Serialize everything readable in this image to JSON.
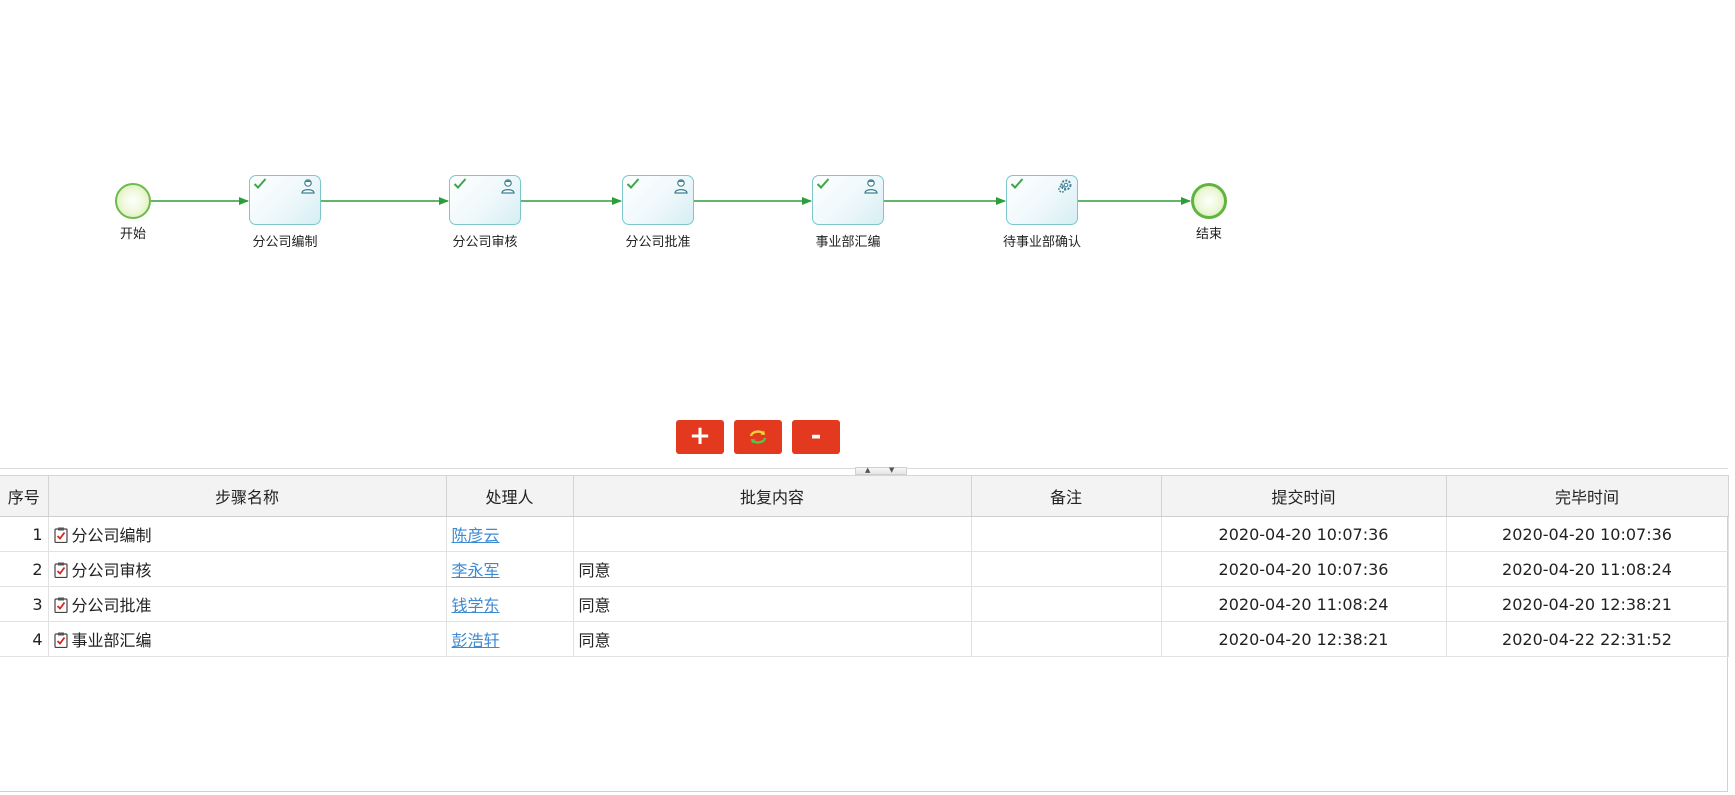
{
  "flow": {
    "start_label": "开始",
    "end_label": "结束",
    "tasks": [
      {
        "label": "分公司编制",
        "type_icon": "user-icon"
      },
      {
        "label": "分公司审核",
        "type_icon": "user-icon"
      },
      {
        "label": "分公司批准",
        "type_icon": "user-icon"
      },
      {
        "label": "事业部汇编",
        "type_icon": "user-icon"
      },
      {
        "label": "待事业部确认",
        "type_icon": "gear-icon"
      }
    ],
    "colors": {
      "connector": "#2e9e3c",
      "task_border": "#7cc6cc",
      "check": "#3aa84a",
      "event_border": "#6dbb4a"
    }
  },
  "toolbar": {
    "zoom_in_label": "+",
    "refresh_label": "",
    "zoom_out_label": "-",
    "button_color": "#e2391f"
  },
  "table": {
    "headers": [
      "序号",
      "步骤名称",
      "处理人",
      "批复内容",
      "备注",
      "提交时间",
      "完毕时间"
    ],
    "rows": [
      {
        "index": "1",
        "step": "分公司编制",
        "handler": "陈彦云",
        "reply": "",
        "remark": "",
        "submit_time": "2020-04-20 10:07:36",
        "finish_time": "2020-04-20 10:07:36"
      },
      {
        "index": "2",
        "step": "分公司审核",
        "handler": "李永军",
        "reply": "同意",
        "remark": "",
        "submit_time": "2020-04-20 10:07:36",
        "finish_time": "2020-04-20 11:08:24"
      },
      {
        "index": "3",
        "step": "分公司批准",
        "handler": "钱学东",
        "reply": "同意",
        "remark": "",
        "submit_time": "2020-04-20 11:08:24",
        "finish_time": "2020-04-20 12:38:21"
      },
      {
        "index": "4",
        "step": "事业部汇编",
        "handler": "彭浩轩",
        "reply": "同意",
        "remark": "",
        "submit_time": "2020-04-20 12:38:21",
        "finish_time": "2020-04-22 22:31:52"
      }
    ]
  }
}
